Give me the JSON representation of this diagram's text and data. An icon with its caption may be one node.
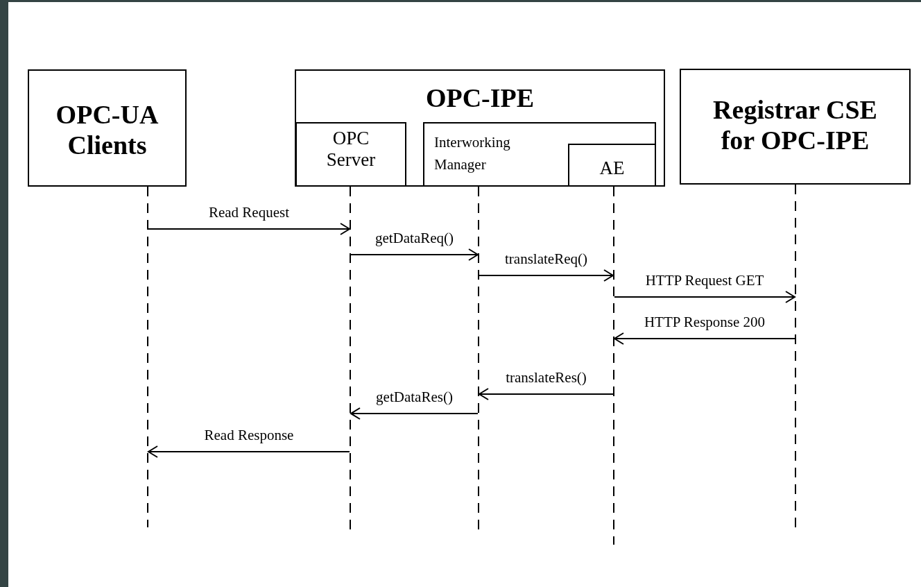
{
  "diagram": {
    "nodes": [
      {
        "text": [
          "OPC-UA Clients"
        ]
      },
      {
        "text": [
          "OPC-IPE"
        ]
      },
      {
        "text": [
          "OPC Server"
        ],
        "in": 1
      },
      {
        "text": [
          "Interworking Manager"
        ],
        "in": 1
      },
      {
        "text": [
          "AE"
        ],
        "in": 3
      },
      {
        "text": [
          "Registrar CSE for OPC-IPE"
        ]
      },
      {
        "text": [],
        "shape": "line"
      },
      {
        "text": [],
        "shape": "line"
      },
      {
        "text": [],
        "shape": "line"
      },
      {
        "text": [],
        "shape": "line"
      },
      {
        "text": [],
        "shape": "line"
      }
    ],
    "edges": [
      {
        "from": 6,
        "to": 7,
        "arrow": "to",
        "label": "Read Request"
      },
      {
        "from": 7,
        "to": 8,
        "arrow": "to",
        "label": "getDataReq()"
      },
      {
        "from": 8,
        "to": 9,
        "arrow": "to",
        "label": "translateReq()"
      },
      {
        "from": 9,
        "to": 10,
        "arrow": "to",
        "label": "HTTP Request GET"
      },
      {
        "from": 10,
        "to": 9,
        "arrow": "to",
        "label": "HTTP Response 200"
      },
      {
        "from": 9,
        "to": 8,
        "arrow": "to",
        "label": "translateRes()"
      },
      {
        "from": 8,
        "to": 7,
        "arrow": "to",
        "label": "getDataRes()"
      },
      {
        "from": 7,
        "to": 6,
        "arrow": "to",
        "label": "Read Response"
      }
    ]
  }
}
